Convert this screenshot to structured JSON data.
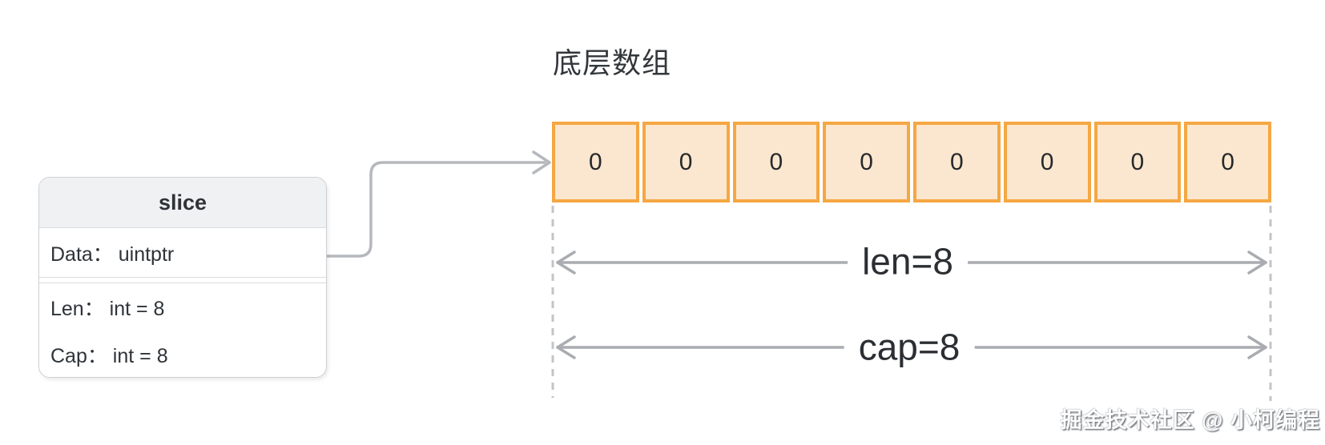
{
  "diagram_title": "底层数组",
  "slice_struct": {
    "title": "slice",
    "fields": [
      {
        "text": "Data： uintptr"
      },
      {
        "text": "Len： int = 8"
      },
      {
        "text": "Cap： int = 8"
      }
    ]
  },
  "array": {
    "cells": [
      "0",
      "0",
      "0",
      "0",
      "0",
      "0",
      "0",
      "0"
    ],
    "len_label": "len=8",
    "cap_label": "cap=8"
  },
  "watermark": "掘金技术社区 @ 小柯编程",
  "colors": {
    "cell_border": "#f5a743",
    "cell_fill": "#fbe7cf",
    "line_gray": "#b5b8bc",
    "arrow_gray": "#a9acb0",
    "dash_gray": "#c2c5c8",
    "box_border": "#cdd0d3",
    "box_header_bg": "#f0f1f3",
    "text_dark": "#2e3338"
  }
}
